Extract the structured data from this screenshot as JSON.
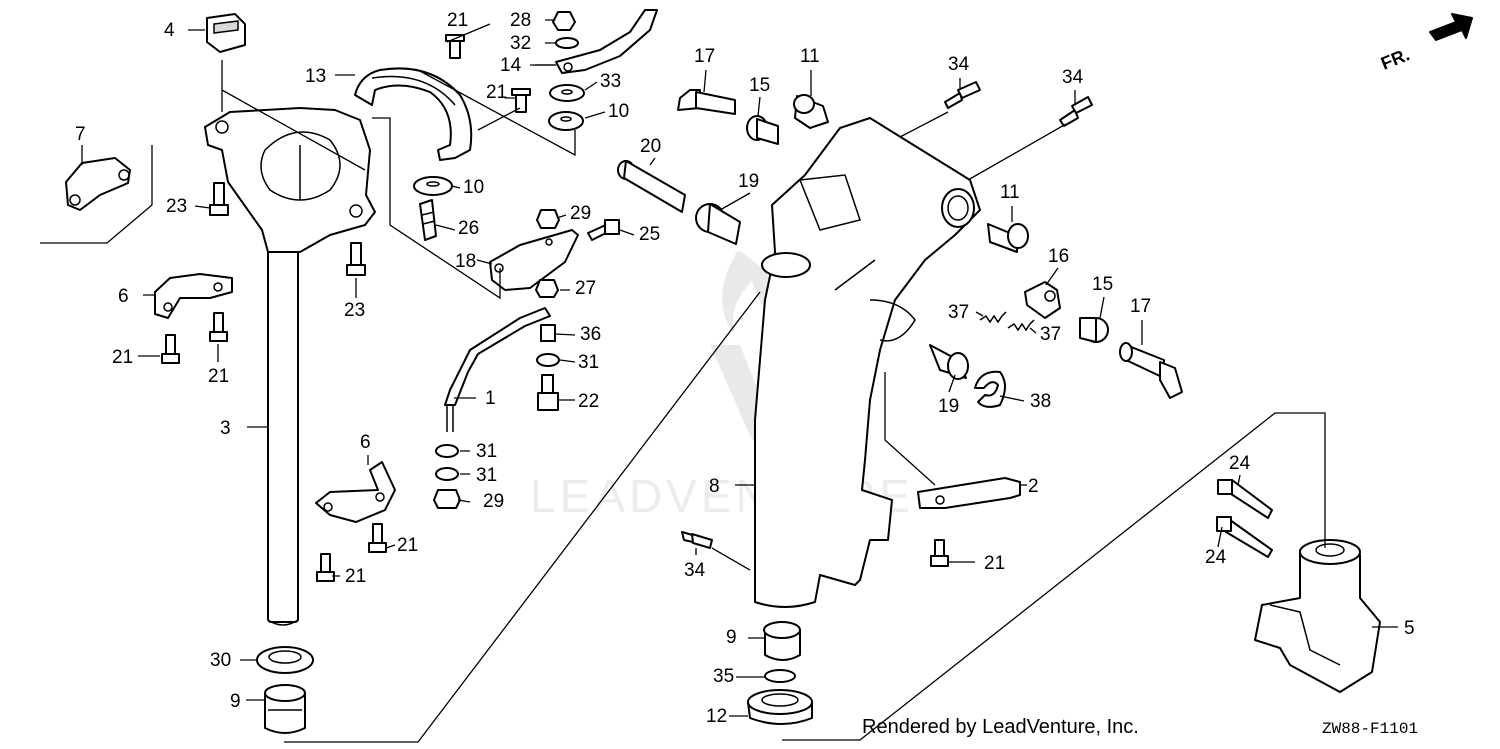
{
  "watermark": "LEADVENTURE",
  "credit": "Rendered by LeadVenture, Inc.",
  "diagram_code": "ZW88-F1101",
  "direction_label": "FR.",
  "callouts": [
    {
      "id": "c4",
      "label": "4"
    },
    {
      "id": "c7",
      "label": "7"
    },
    {
      "id": "c13",
      "label": "13"
    },
    {
      "id": "c21a",
      "label": "21"
    },
    {
      "id": "c28",
      "label": "28"
    },
    {
      "id": "c32",
      "label": "32"
    },
    {
      "id": "c14",
      "label": "14"
    },
    {
      "id": "c33",
      "label": "33"
    },
    {
      "id": "c21b",
      "label": "21"
    },
    {
      "id": "c10a",
      "label": "10"
    },
    {
      "id": "c10b",
      "label": "10"
    },
    {
      "id": "c23a",
      "label": "23"
    },
    {
      "id": "c26",
      "label": "26"
    },
    {
      "id": "c29a",
      "label": "29"
    },
    {
      "id": "c25",
      "label": "25"
    },
    {
      "id": "c18",
      "label": "18"
    },
    {
      "id": "c23b",
      "label": "23"
    },
    {
      "id": "c27",
      "label": "27"
    },
    {
      "id": "c6a",
      "label": "6"
    },
    {
      "id": "c36",
      "label": "36"
    },
    {
      "id": "c21c",
      "label": "21"
    },
    {
      "id": "c21d",
      "label": "21"
    },
    {
      "id": "c31a",
      "label": "31"
    },
    {
      "id": "c1",
      "label": "1"
    },
    {
      "id": "c22",
      "label": "22"
    },
    {
      "id": "c3",
      "label": "3"
    },
    {
      "id": "c31b",
      "label": "31"
    },
    {
      "id": "c31c",
      "label": "31"
    },
    {
      "id": "c6b",
      "label": "6"
    },
    {
      "id": "c29b",
      "label": "29"
    },
    {
      "id": "c21e",
      "label": "21"
    },
    {
      "id": "c21f",
      "label": "21"
    },
    {
      "id": "c30",
      "label": "30"
    },
    {
      "id": "c9a",
      "label": "9"
    },
    {
      "id": "c17a",
      "label": "17"
    },
    {
      "id": "c15a",
      "label": "15"
    },
    {
      "id": "c11a",
      "label": "11"
    },
    {
      "id": "c34a",
      "label": "34"
    },
    {
      "id": "c34b",
      "label": "34"
    },
    {
      "id": "c20",
      "label": "20"
    },
    {
      "id": "c19a",
      "label": "19"
    },
    {
      "id": "c11b",
      "label": "11"
    },
    {
      "id": "c16",
      "label": "16"
    },
    {
      "id": "c37a",
      "label": "37"
    },
    {
      "id": "c37b",
      "label": "37"
    },
    {
      "id": "c15b",
      "label": "15"
    },
    {
      "id": "c17b",
      "label": "17"
    },
    {
      "id": "c19b",
      "label": "19"
    },
    {
      "id": "c38",
      "label": "38"
    },
    {
      "id": "c8",
      "label": "8"
    },
    {
      "id": "c2",
      "label": "2"
    },
    {
      "id": "c24a",
      "label": "24"
    },
    {
      "id": "c24b",
      "label": "24"
    },
    {
      "id": "c21g",
      "label": "21"
    },
    {
      "id": "c34c",
      "label": "34"
    },
    {
      "id": "c5",
      "label": "5"
    },
    {
      "id": "c9b",
      "label": "9"
    },
    {
      "id": "c35",
      "label": "35"
    },
    {
      "id": "c12",
      "label": "12"
    }
  ]
}
